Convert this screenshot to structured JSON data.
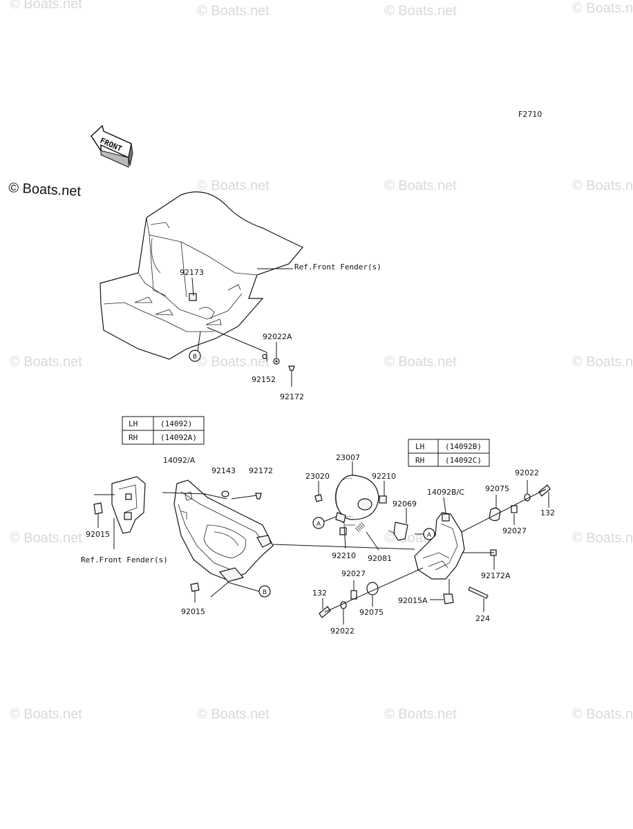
{
  "diagram_code": "F2710",
  "main_watermark": "© Boats.net",
  "watermark_text": "© Boats.net",
  "front_arrow_text": "FRONT",
  "callouts": {
    "ref_front_fender_top": "Ref.Front Fender(s)",
    "ref_front_fender_left": "Ref.Front Fender(s)",
    "p92173": "92173",
    "p92022A": "92022A",
    "p92152": "92152",
    "p92172_top": "92172",
    "p14092A": "14092/A",
    "p92143": "92143",
    "p92172_mid": "92172",
    "p92015_left": "92015",
    "p92015_bottom": "92015",
    "p23007": "23007",
    "p23020": "23020",
    "p92210_top": "92210",
    "p92069": "92069",
    "p92210_bottom": "92210",
    "p92081": "92081",
    "p14092BC": "14092B/C",
    "p92075_right": "92075",
    "p92022_right": "92022",
    "p132_right": "132",
    "p92027_right": "92027",
    "p92172A": "92172A",
    "p92027_bottom": "92027",
    "p132_bottom": "132",
    "p92075_bottom": "92075",
    "p92015A": "92015A",
    "p224": "224",
    "p92022_bottom": "92022"
  },
  "markers": {
    "a1": "A",
    "a2": "A",
    "b1": "B",
    "b2": "B"
  },
  "table_left": {
    "rows": [
      {
        "side": "LH",
        "part": "(14092)"
      },
      {
        "side": "RH",
        "part": "(14092A)"
      }
    ]
  },
  "table_right": {
    "rows": [
      {
        "side": "LH",
        "part": "(14092B)"
      },
      {
        "side": "RH",
        "part": "(14092C)"
      }
    ]
  }
}
